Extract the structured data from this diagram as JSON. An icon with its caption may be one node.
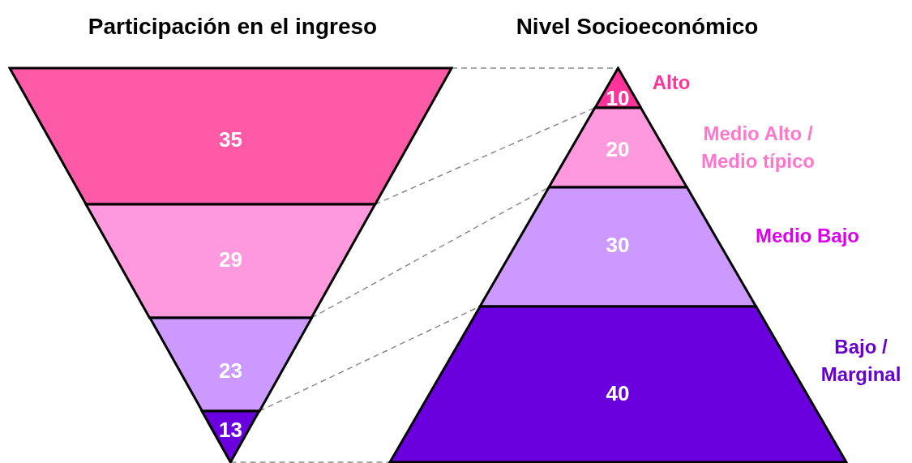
{
  "diagram": {
    "nodes": [
      {
        "text": [
          "35"
        ]
      },
      {
        "text": [
          "29"
        ]
      },
      {
        "text": [
          "23"
        ]
      },
      {
        "text": [
          "13"
        ]
      },
      {
        "text": [
          "10"
        ],
        "beside": [
          "Alto"
        ]
      },
      {
        "text": [
          "20"
        ],
        "beside": [
          "Medio Alto / Medio típico"
        ]
      },
      {
        "text": [
          "30"
        ],
        "beside": [
          "Medio Bajo"
        ]
      },
      {
        "text": [
          "40"
        ],
        "beside": [
          "Bajo / Marginal"
        ]
      }
    ],
    "edges": [
      {
        "from": 0,
        "to": 4,
        "arrow": "none",
        "style": "dashed"
      },
      {
        "from": 1,
        "to": 5,
        "arrow": "none",
        "style": "dashed"
      },
      {
        "from": 2,
        "to": 6,
        "arrow": "none",
        "style": "dashed"
      },
      {
        "from": 3,
        "to": 7,
        "arrow": "none",
        "style": "dashed"
      },
      {
        "from": 3,
        "to": 7,
        "arrow": "none",
        "style": "dashed"
      }
    ],
    "labels": [
      "Participación en el ingreso",
      "Nivel Socioeconómico"
    ]
  }
}
